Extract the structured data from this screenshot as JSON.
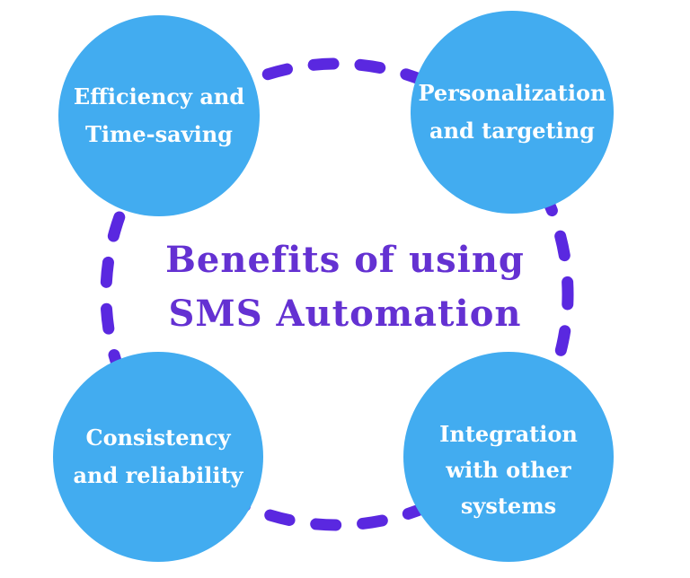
{
  "title": {
    "line1": "Benefits of using",
    "line2": "SMS Automation"
  },
  "circles": [
    {
      "id": "efficiency",
      "lines": [
        "Efficiency and",
        "Time-saving"
      ]
    },
    {
      "id": "personalization",
      "lines": [
        "Personalization",
        "and targeting"
      ]
    },
    {
      "id": "consistency",
      "lines": [
        "Consistency",
        "and reliability"
      ]
    },
    {
      "id": "integration",
      "lines": [
        "Integration",
        "with other",
        "systems"
      ]
    }
  ],
  "colors": {
    "background": "#ffffff",
    "circle_fill": "#42acf0",
    "dash": "#5a28e0",
    "title": "#6431d2",
    "label_text": "#ffffff"
  }
}
